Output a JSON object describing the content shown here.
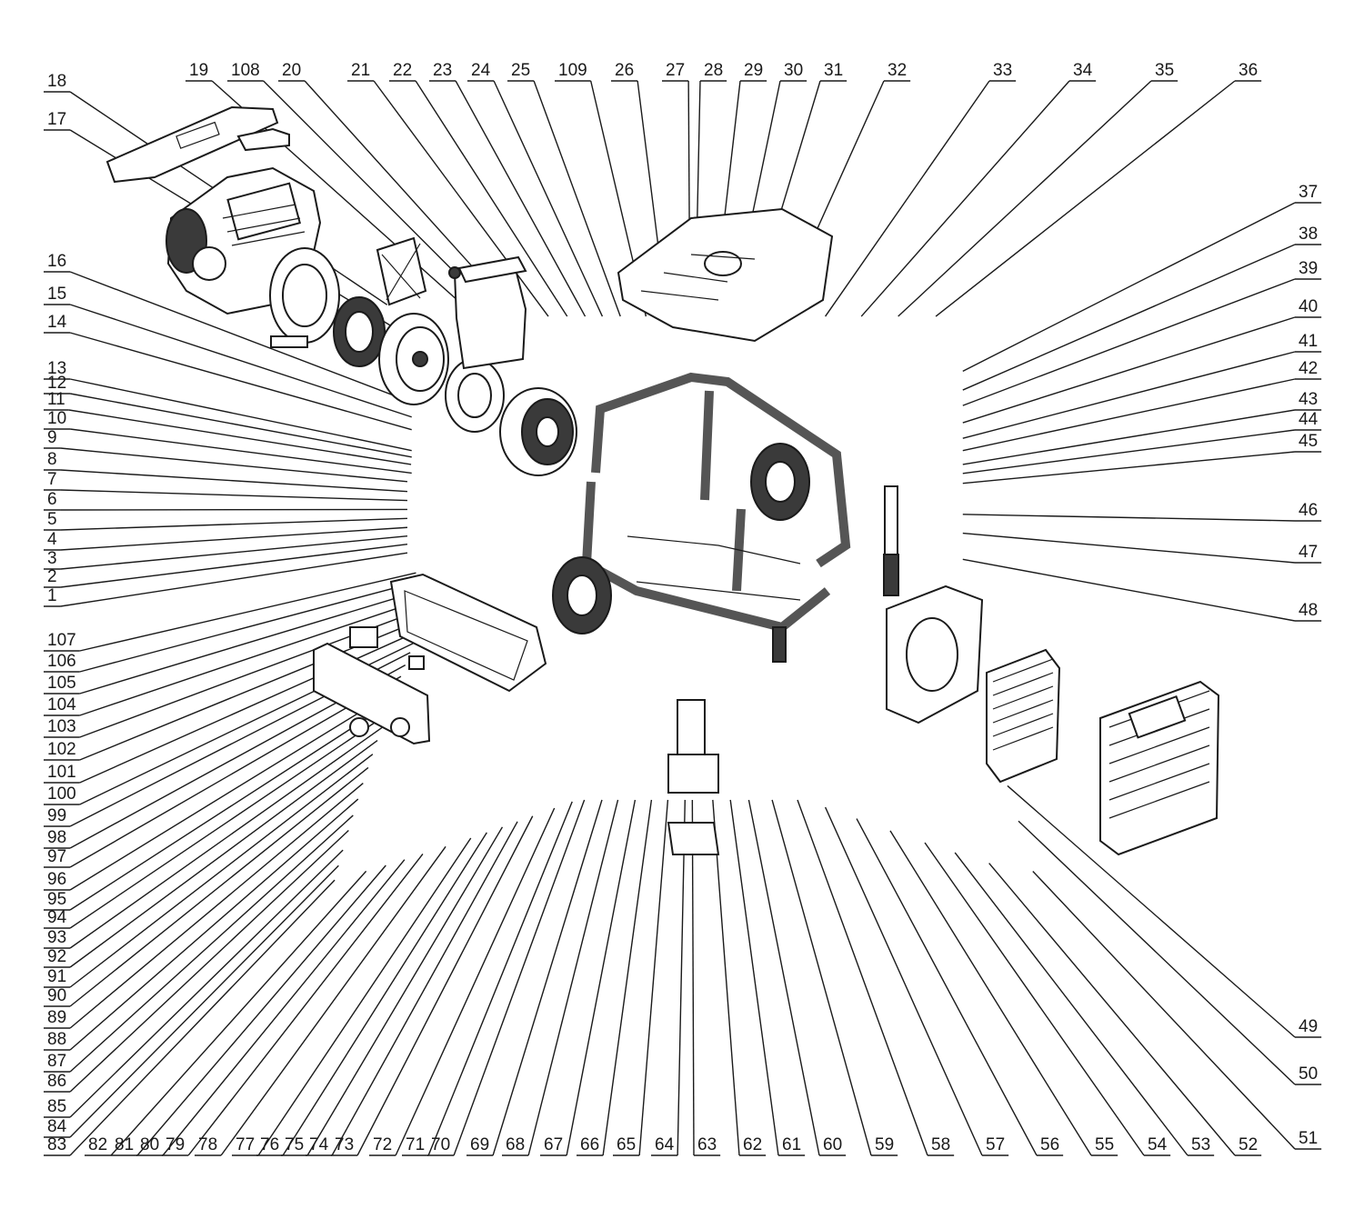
{
  "diagram": {
    "labels": {
      "left_column": [
        "18",
        "17",
        "16",
        "15",
        "14",
        "13",
        "12",
        "11",
        "10",
        "9",
        "8",
        "7",
        "6",
        "5",
        "4",
        "3",
        "2",
        "1"
      ],
      "top_row": [
        "19",
        "108",
        "20",
        "21",
        "22",
        "23",
        "24",
        "25",
        "109",
        "26",
        "27",
        "28",
        "29",
        "30",
        "31",
        "32",
        "33",
        "34",
        "35",
        "36"
      ],
      "right_column": [
        "37",
        "38",
        "39",
        "40",
        "41",
        "42",
        "43",
        "44",
        "45",
        "46",
        "47",
        "48",
        "49",
        "50",
        "51"
      ],
      "lower_left_column": [
        "107",
        "106",
        "105",
        "104",
        "103",
        "102",
        "101",
        "100",
        "99",
        "98",
        "97",
        "96",
        "95",
        "94",
        "93",
        "92",
        "91",
        "90",
        "89",
        "88",
        "87",
        "86",
        "85",
        "84",
        "83"
      ],
      "bottom_row": [
        "82",
        "81",
        "80",
        "79",
        "78",
        "77",
        "76",
        "75",
        "74",
        "73",
        "72",
        "71",
        "70",
        "69",
        "68",
        "67",
        "66",
        "65",
        "64",
        "63",
        "62",
        "61",
        "60",
        "59",
        "58",
        "57",
        "56",
        "55",
        "54",
        "53",
        "52"
      ]
    },
    "components": [
      {
        "id": "top-cover",
        "icon": "cover-panel-icon"
      },
      {
        "id": "engine",
        "icon": "engine-icon"
      },
      {
        "id": "alternator-rotor",
        "icon": "rotor-icon"
      },
      {
        "id": "stator",
        "icon": "stator-icon"
      },
      {
        "id": "fan",
        "icon": "fan-icon"
      },
      {
        "id": "rear-cover",
        "icon": "end-cover-icon"
      },
      {
        "id": "muffler",
        "icon": "muffler-icon"
      },
      {
        "id": "fuel-tank",
        "icon": "fuel-tank-icon"
      },
      {
        "id": "frame",
        "icon": "frame-icon"
      },
      {
        "id": "wheels",
        "icon": "wheel-icon"
      },
      {
        "id": "handle",
        "icon": "handle-icon"
      },
      {
        "id": "control-panel",
        "icon": "control-panel-icon"
      },
      {
        "id": "panel-box",
        "icon": "panel-box-icon"
      },
      {
        "id": "battery",
        "icon": "battery-icon"
      },
      {
        "id": "muffler-shield",
        "icon": "shield-icon"
      },
      {
        "id": "heat-shield",
        "icon": "heat-shield-icon"
      },
      {
        "id": "side-cover",
        "icon": "side-cover-icon"
      }
    ]
  }
}
